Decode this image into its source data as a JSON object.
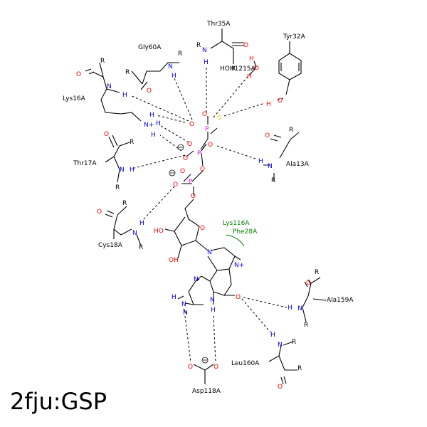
{
  "title": "2fju:GSP",
  "residues": {
    "thr35": "Thr35A",
    "gly60": "Gly60A",
    "tyr32": "Tyr32A",
    "lys16": "Lys16A",
    "hoh": "HOH1215A",
    "thr17": "Thr17A",
    "ala13": "Ala13A",
    "cys18": "Cys18A",
    "ala159": "Ala159A",
    "leu160": "Leu160A",
    "asp118": "Asp118A"
  },
  "hydrophobic_contacts": [
    "Lys116A",
    "Phe28A"
  ],
  "atoms": {
    "N": "N",
    "H": "H",
    "O": "O",
    "P": "P",
    "S": "S",
    "R": "R",
    "NH_plus": "N+",
    "OH": "OH",
    "HO": "HO",
    "NH": "NH"
  }
}
